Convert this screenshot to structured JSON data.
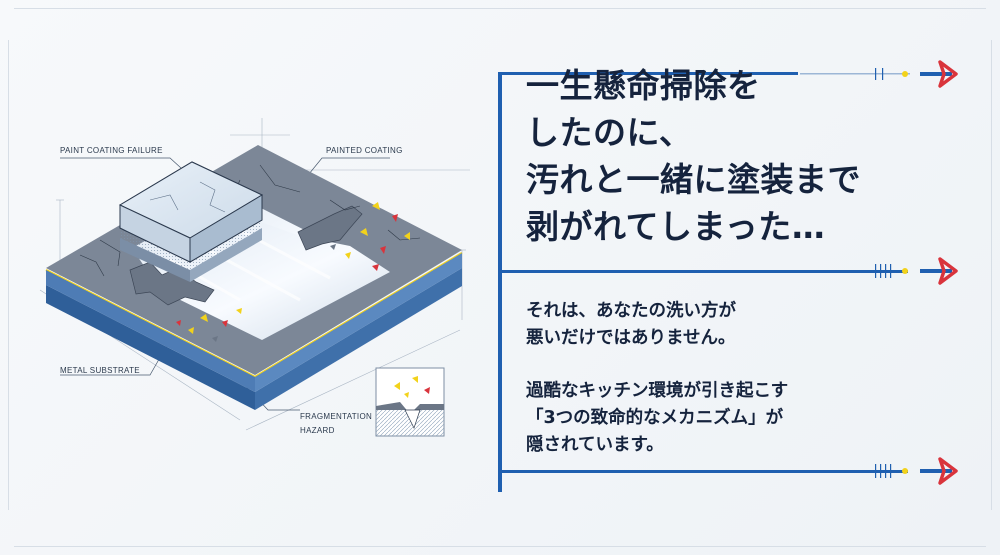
{
  "callouts": {
    "paint_coating_failure": "PAINT COATING FAILURE",
    "painted_coating": "PAINTED COATING",
    "metal_substrate": "METAL SUBSTRATE",
    "fragmentation_line1": "FRAGMENTATION",
    "fragmentation_line2": "HAZARD"
  },
  "headline": {
    "lines": [
      "一生懸命掃除を",
      "したのに、",
      "汚れと一緒に塗装まで",
      "剥がれてしまった…"
    ]
  },
  "body": {
    "paragraph1": [
      "それは、あなたの洗い方が",
      "悪いだけではありません。"
    ],
    "paragraph2": [
      "過酷なキッチン環境が引き起こす",
      "「3つの致命的なメカニズム」が",
      "隠されています。"
    ]
  },
  "colors": {
    "text_dark": "#15233d",
    "accent_blue": "#1f5fb0",
    "accent_red": "#d9343c",
    "accent_yellow": "#f2d21b",
    "coating_gray": "#7c8797"
  },
  "icons": [
    "arrow-right-icon"
  ]
}
